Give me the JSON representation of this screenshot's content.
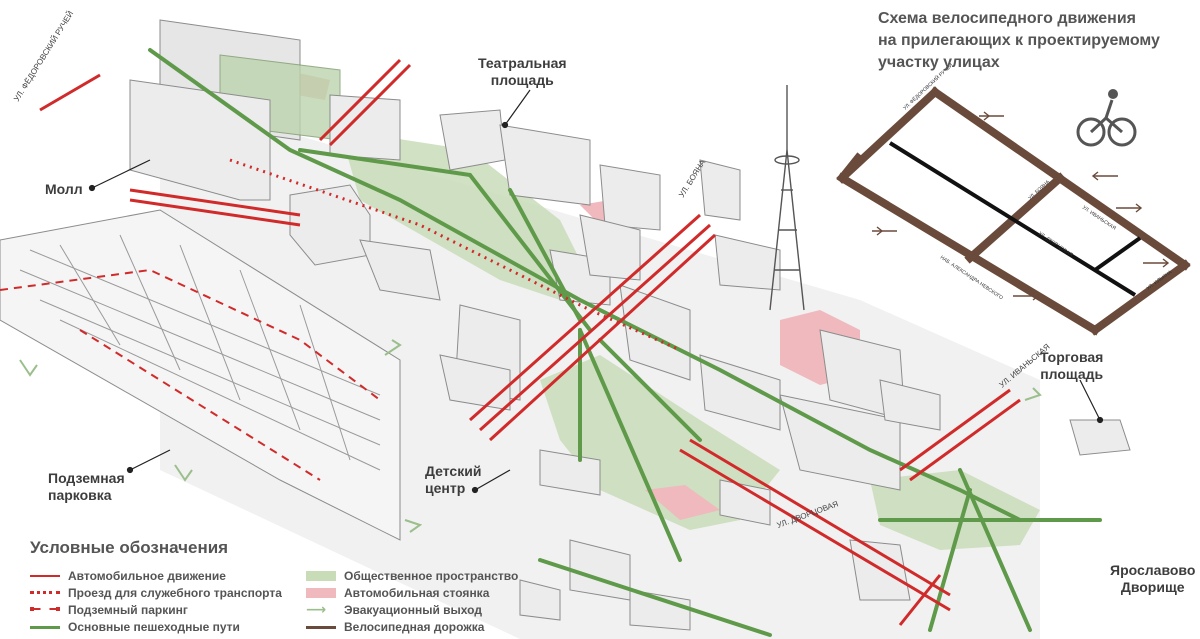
{
  "colors": {
    "car": "#d12a2a",
    "pedestrian": "#5f9a4a",
    "public_space": "#c9dcb8",
    "parking": "#efb9bd",
    "evacuation": "#9bbf8c",
    "bicycle": "#6a4a3a",
    "building": "#e9e9e9",
    "building_stroke": "#9a9a9a"
  },
  "title": {
    "line1": "Схема велосипедного движения",
    "line2": "на прилегающих к проектируемому",
    "line3": "участку улицах"
  },
  "labels": {
    "street_fedorovsky": "УЛ. ФЁДОРОВСКИЙ РУЧЕЙ",
    "theatre_square": "Театральная\nплощадь",
    "mall": "Молл",
    "street_boyana": "УЛ. БОЯНА",
    "underground_parking": "Подземная\nпарковка",
    "children_center": "Детский\nцентр",
    "trade_square": "Торговая\nплощадь",
    "street_ivanskaya": "УЛ. ИВАНЬСКАЯ",
    "street_dvortsovaya": "УЛ. ДВОРЦОВАЯ",
    "yaroslavovo": "Ярославово\nДворище"
  },
  "bike_scheme": {
    "labels": {
      "s1": "УЛ. ФЁДОРОВСКИЙ РУЧЕЙ",
      "s2": "УЛ. БОЯНА",
      "s3": "УЛ. ИВАНЬСКАЯ",
      "s4": "УЛ. ДВОРЦОВАЯ",
      "s5": "НАБ. АЛЕКСАНДРА НЕВСКОГО",
      "s6": "УЛ. ИЛЬИНА"
    }
  },
  "legend": {
    "title": "Условные обозначения",
    "items": [
      {
        "key": "car",
        "label": "Автомобильное движение"
      },
      {
        "key": "service",
        "label": "Проезд для служебного транспорта"
      },
      {
        "key": "underground",
        "label": "Подземный паркинг"
      },
      {
        "key": "pedestrian",
        "label": "Основные пешеходные пути"
      },
      {
        "key": "public",
        "label": "Общественное пространство"
      },
      {
        "key": "parking",
        "label": "Автомобильная стоянка"
      },
      {
        "key": "evacuation",
        "label": "Эвакуационный выход"
      },
      {
        "key": "bicycle",
        "label": "Велосипедная дорожка"
      }
    ]
  }
}
